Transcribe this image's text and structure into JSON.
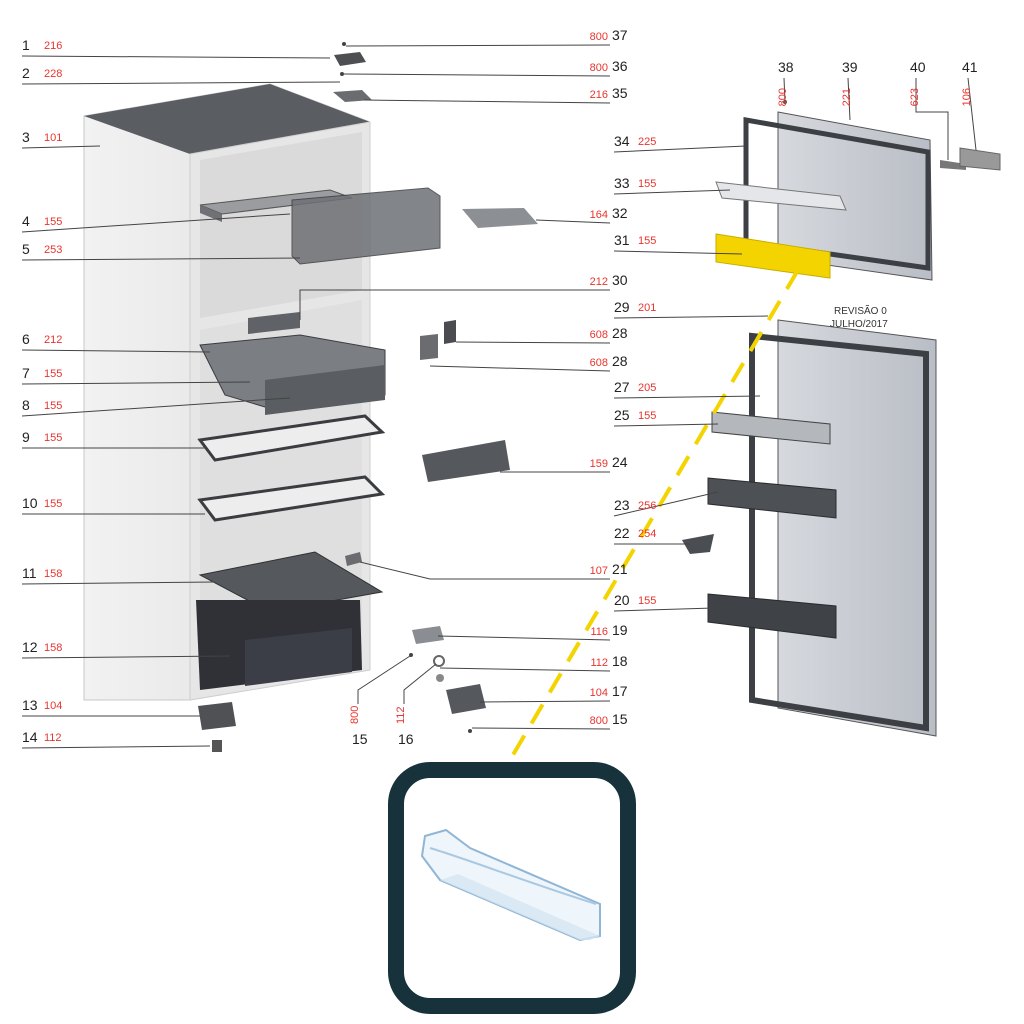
{
  "revision": {
    "line1": "REVISÃO 0",
    "line2": "JULHO/2017"
  },
  "colors": {
    "code": "#e8342e",
    "highlight": "#f4d400",
    "frame": "#17323a"
  },
  "left_labels": [
    {
      "num": "1",
      "code": "216",
      "part": "hinge-top"
    },
    {
      "num": "2",
      "code": "228",
      "part": "hinge-top-screw"
    },
    {
      "num": "3",
      "code": "101",
      "part": "cabinet"
    },
    {
      "num": "4",
      "code": "155",
      "part": "freezer-shelf"
    },
    {
      "num": "5",
      "code": "253",
      "part": "freezer-flap"
    },
    {
      "num": "6",
      "code": "212",
      "part": "chiller-support"
    },
    {
      "num": "7",
      "code": "155",
      "part": "chiller-tray"
    },
    {
      "num": "8",
      "code": "155",
      "part": "chiller-cover"
    },
    {
      "num": "9",
      "code": "155",
      "part": "glass-shelf-upper"
    },
    {
      "num": "10",
      "code": "155",
      "part": "glass-shelf-lower"
    },
    {
      "num": "11",
      "code": "158",
      "part": "crisper-cover"
    },
    {
      "num": "12",
      "code": "158",
      "part": "crisper-drawer"
    },
    {
      "num": "13",
      "code": "104",
      "part": "foot-left"
    },
    {
      "num": "14",
      "code": "112",
      "part": "leveling-foot"
    }
  ],
  "mid_right_labels": [
    {
      "num": "37",
      "code": "800",
      "part": "screw-top"
    },
    {
      "num": "36",
      "code": "800",
      "part": "screw-top-2"
    },
    {
      "num": "35",
      "code": "216",
      "part": "hinge-plate"
    },
    {
      "num": "32",
      "code": "164",
      "part": "ice-tray"
    },
    {
      "num": "30",
      "code": "212",
      "part": "chiller-rail"
    },
    {
      "num": "28",
      "code": "608",
      "part": "thermostat"
    },
    {
      "num": "28",
      "code": "608",
      "part": "thermostat-knob"
    },
    {
      "num": "24",
      "code": "159",
      "part": "egg-tray"
    },
    {
      "num": "21",
      "code": "107",
      "part": "lamp"
    },
    {
      "num": "19",
      "code": "116",
      "part": "hinge-bottom"
    },
    {
      "num": "18",
      "code": "112",
      "part": "washer"
    },
    {
      "num": "17",
      "code": "104",
      "part": "foot-right"
    },
    {
      "num": "15",
      "code": "800",
      "part": "screw-bottom"
    }
  ],
  "door_labels": [
    {
      "num": "34",
      "code": "225",
      "part": "freezer-gasket"
    },
    {
      "num": "33",
      "code": "155",
      "part": "freezer-door-shelf"
    },
    {
      "num": "31",
      "code": "155",
      "part": "freezer-door-bin"
    },
    {
      "num": "29",
      "code": "201",
      "part": "fridge-door"
    },
    {
      "num": "27",
      "code": "205",
      "part": "fridge-gasket"
    },
    {
      "num": "25",
      "code": "155",
      "part": "door-shelf-upper"
    },
    {
      "num": "23",
      "code": "256",
      "part": "door-shelf-middle"
    },
    {
      "num": "22",
      "code": "254",
      "part": "bottle-stopper"
    },
    {
      "num": "20",
      "code": "155",
      "part": "door-shelf-lower"
    }
  ],
  "top_labels": [
    {
      "num": "38",
      "code": "800"
    },
    {
      "num": "39",
      "code": "221"
    },
    {
      "num": "40",
      "code": "623"
    },
    {
      "num": "41",
      "code": "106"
    }
  ],
  "bottom_labels": [
    {
      "num": "15",
      "code": "800"
    },
    {
      "num": "16",
      "code": "112"
    }
  ]
}
